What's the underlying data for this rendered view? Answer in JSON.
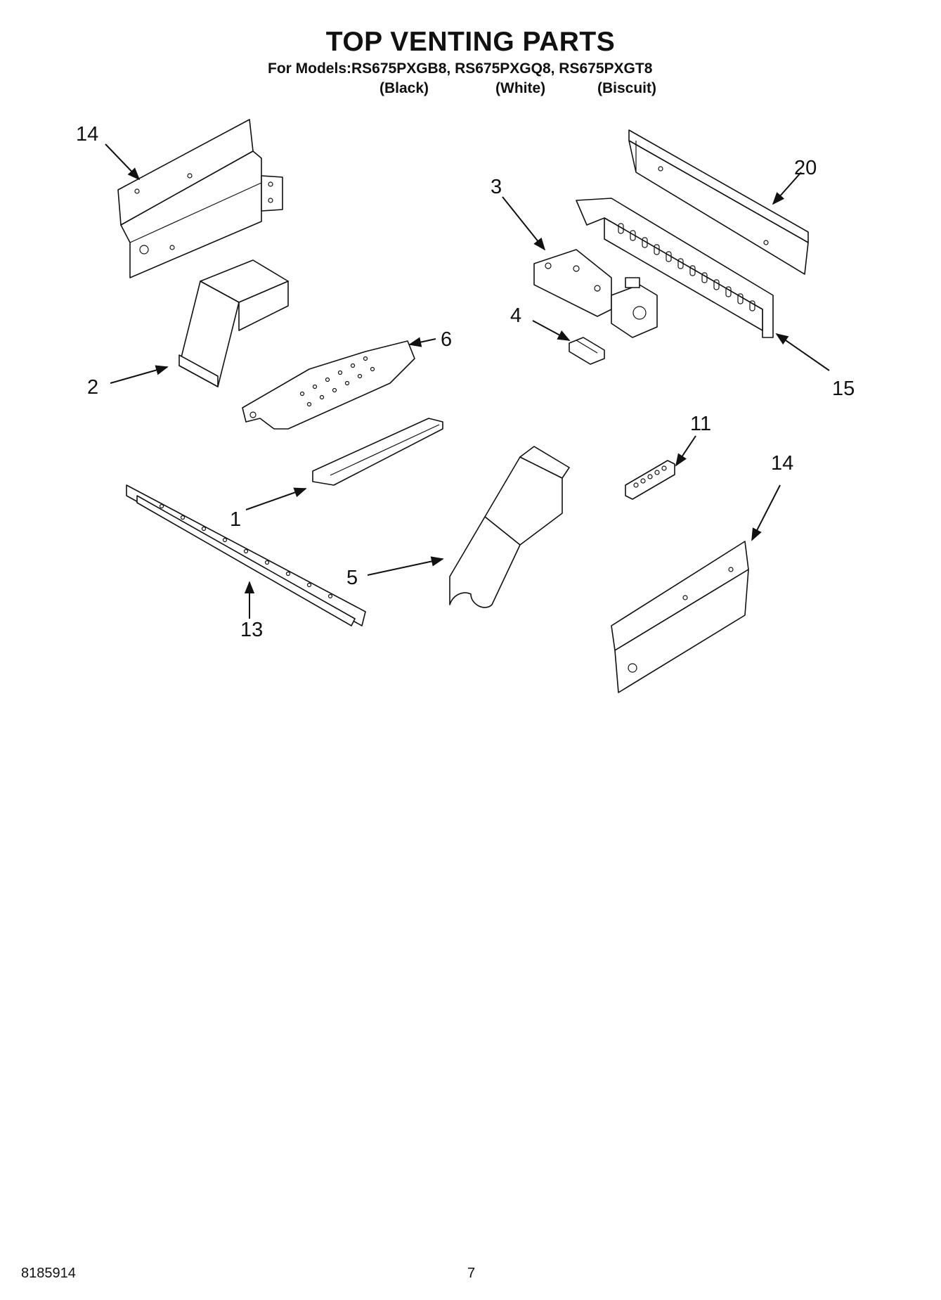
{
  "header": {
    "title": "TOP VENTING PARTS",
    "models_line": "For Models:RS675PXGB8, RS675PXGQ8, RS675PXGT8",
    "variants": [
      "(Black)",
      "(White)",
      "(Biscuit)"
    ]
  },
  "callouts": {
    "c14a": "14",
    "c3": "3",
    "c20": "20",
    "c4": "4",
    "c6": "6",
    "c2": "2",
    "c15": "15",
    "c11": "11",
    "c14b": "14",
    "c1": "1",
    "c5": "5",
    "c13": "13"
  },
  "footer": {
    "doc_number": "8185914",
    "page_number": "7"
  }
}
